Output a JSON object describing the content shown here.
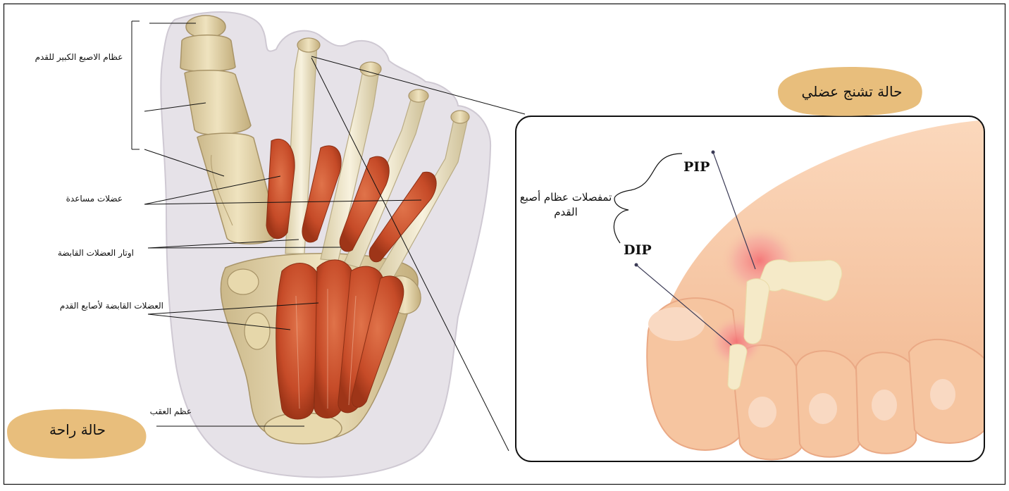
{
  "labels": {
    "big_toe_bone": "عظام الاصبع الكبير للقدم",
    "accessory_muscles": "عضلات مساعدة",
    "flexor_tendons": "اوتار العضلات القابضة",
    "toe_flexor_muscles": "العضلات القابضة لأصابع القدم",
    "heel_bone": "عظم العقب"
  },
  "badges": {
    "rest_state": "حالة راحة",
    "cramp_state": "حالة تشنج عضلي"
  },
  "inset": {
    "joints_label": "تمفصلات عظام أصبع القدم",
    "pip": "PIP",
    "dip": "DIP"
  },
  "colors": {
    "badge_fill": "#e8be7c",
    "skin": "#f6c7a4",
    "skin_dark": "#eeab86",
    "bone": "#e3d3a5",
    "muscle": "#c9512e",
    "tendon": "#ece2c6",
    "inflammation": "#f59a9a",
    "border": "#111111"
  }
}
